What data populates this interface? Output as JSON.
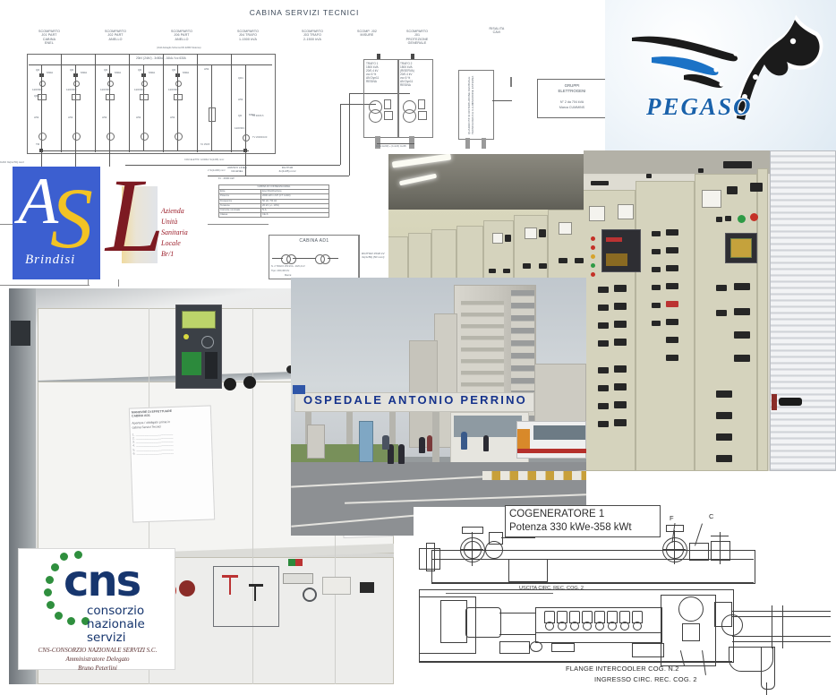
{
  "slide": {
    "kind": "photo-collage-slide",
    "subject": "Impianto elettrico Ospedale Antonio Perrino - Brindisi"
  },
  "schematic": {
    "title": "CABINA SERVIZI TECNICI",
    "bus_note": "20kV (24kV) - 3x50kA - 16kA / Icc 630A",
    "detail_note": "(Vedi dettaglio Schema MV EN50 Sistema)",
    "risalita_label": "RISALITA\nCAVI",
    "columns": [
      {
        "name": "SCOMPARTO\nJ01 PART\nCABINA\nENEL"
      },
      {
        "name": "SCOMPARTO\nJ02 PART\nANELLO"
      },
      {
        "name": "SCOMPARTO\nJ06 PART\nANELLO"
      },
      {
        "name": "SCOMPARTO\nJ04 TRAFO\n1-1500 kVA"
      },
      {
        "name": "SCOMPARTO\nJ03 TRAFO\n2-1500 kVA"
      },
      {
        "name": "SCOMP. J02\nMISURE"
      },
      {
        "name": "SCOMPARTO\nJ01\nPROTEZIONE\nGENERALE"
      }
    ],
    "cell_tags": {
      "breaker": "Q0",
      "rating": "630A",
      "aux": "110VDC",
      "contact": "Q01",
      "relay": "A51",
      "ct": "TA",
      "earth": "TR"
    },
    "transformers": [
      {
        "name": "TRAFO 1",
        "power": "1500 kVA",
        "ratio": "20/0.4 kV",
        "vcc": "vcc 6 %",
        "group": "AN Dyn11",
        "note": "RESINA"
      },
      {
        "name": "TRAFO 2",
        "power": "1500 kVA",
        "ratio": "(RISERVA)",
        "ratio2": "20/0.4 kV",
        "vcc": "vcc 6 %",
        "group": "AN Dyn11",
        "note": "RESINA"
      }
    ],
    "generators": {
      "title": "GRUPPI\nELETTROGENI",
      "line1": "N° 2 da 704 kVA",
      "line2": "Marca CUMMINS"
    },
    "quadro_label": "QUADRO BT DI DISTRIBUZIONE CENTRALE TECNOLOGICA E ILLUMINAZIONE ESTERNA",
    "cable_labels": [
      "CAVI 3x(1x70) mm²",
      "CAVI ELETTR. 12/20kV 3x(1x95) mm²",
      "CAVI ELETTR. 12/20kV 3x(1x400) mm²",
      "3x(3x1x240) + (1x120) Cu/Pb",
      "ALLA CABINA AD1\n3x(1x95) RG7H1R",
      "ALLA CABINA AD1\n3x(1x95) RG7H1R"
    ],
    "arrivo": {
      "title_left": "ARRIVO LINEA\nDA ENEL",
      "title_right": "RG7H1R\n3x(1x95) mm²",
      "sub": "Ft - 2600 kW"
    },
    "table": {
      "header": "CABINA DI CONSEGNA ENEL",
      "rows": [
        {
          "k": "Ente",
          "v": "Enel Distribuzione"
        },
        {
          "k": "Potenza",
          "v": "2600 kW in MT (CT 14/20)"
        },
        {
          "k": "Frequenza",
          "v": "50 Hz / 50 Hz"
        },
        {
          "k": "Tensione",
          "v": "20 kV (+/- 10%)"
        },
        {
          "k": "Corrente nominale",
          "v": "N.A."
        },
        {
          "k": "Classe",
          "v": "CE-S"
        }
      ]
    },
    "cabina_ad1": {
      "title": "CABINA AD1",
      "line1": "N. 2 TRAFO 250 kVA - 20/0,4 kV",
      "line2": "Tipo: 20/0,400 kV",
      "line3": "Marca:",
      "side": "RG7H1R 15/20 kV\n3x(1x50) (50 mm²)"
    }
  },
  "pegaso": {
    "wordmark": "PEGASO"
  },
  "asl": {
    "letters": {
      "a": "A",
      "s": "S",
      "l": "L"
    },
    "city": "Brindisi",
    "script": "Azienda\nUnità\nSanitaria\nLocale\nBr/1"
  },
  "cns": {
    "wordmark": "cns",
    "sub_line1": "consorzio",
    "sub_line2": "nazionale",
    "sub_line3": "servizi",
    "footer_line1": "CNS-CONSORZIO NAZIONALE SERVIZI S.C.",
    "footer_line2": "Amministratore Delegato",
    "footer_line3": "Bruno Peterlini"
  },
  "hospital_photo": {
    "sign_text": "OSPEDALE  ANTONIO  PERRINO",
    "sign_color": "#16338c"
  },
  "cogenerator": {
    "title_line1": "COGENERATORE 1",
    "title_line2": "Potenza 330 kWe-358 kWt",
    "callout_f": "F",
    "callout_c": "C",
    "label_uscita": "USCITA CIRC. REC. COG. 2",
    "label_flange": "FLANGE INTERCOOLER COG. N.2",
    "label_ingresso": "INGRESSO CIRC. REC. COG. 2"
  },
  "photos": {
    "room_caption": "",
    "lv_caption": "",
    "mv_caption": "",
    "mv_sheet_title": "MANOVRE DI EFFETTUARE\nCABINA AD1",
    "mv_sheet_sub": "Apertura / obbligato prima  in\ncabina Servizi Tecnici"
  }
}
